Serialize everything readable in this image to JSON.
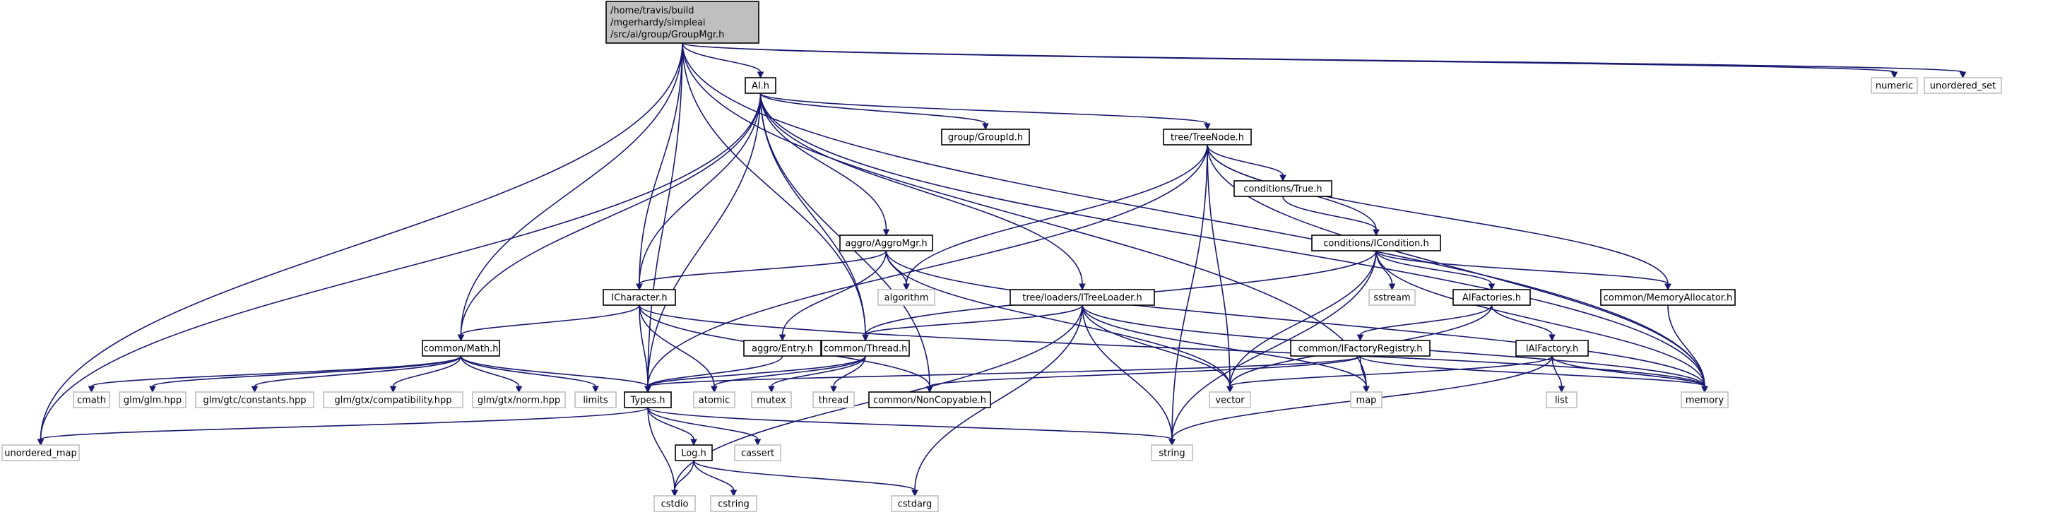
{
  "diagram": {
    "colors": {
      "edge": "#191970",
      "root_fill": "#bfbfbf",
      "node_border": "#000000",
      "system_border": "#bfbfbf"
    },
    "nodes": [
      {
        "id": "groupmgr",
        "lines": [
          "/home/travis/build",
          "/mgerhardy/simpleai",
          "/src/ai/group/GroupMgr.h"
        ],
        "kind": "root"
      },
      {
        "id": "ai",
        "lines": [
          "AI.h"
        ],
        "kind": "local"
      },
      {
        "id": "numeric",
        "lines": [
          "numeric"
        ],
        "kind": "ext"
      },
      {
        "id": "unordered_set",
        "lines": [
          "unordered_set"
        ],
        "kind": "ext"
      },
      {
        "id": "groupid",
        "lines": [
          "group/GroupId.h"
        ],
        "kind": "local"
      },
      {
        "id": "treenode",
        "lines": [
          "tree/TreeNode.h"
        ],
        "kind": "local"
      },
      {
        "id": "condtrue",
        "lines": [
          "conditions/True.h"
        ],
        "kind": "local"
      },
      {
        "id": "aggromgr",
        "lines": [
          "aggro/AggroMgr.h"
        ],
        "kind": "local"
      },
      {
        "id": "icondition",
        "lines": [
          "conditions/ICondition.h"
        ],
        "kind": "local"
      },
      {
        "id": "icharacter",
        "lines": [
          "ICharacter.h"
        ],
        "kind": "local"
      },
      {
        "id": "algorithm",
        "lines": [
          "algorithm"
        ],
        "kind": "ext"
      },
      {
        "id": "itreeloader",
        "lines": [
          "tree/loaders/ITreeLoader.h"
        ],
        "kind": "local"
      },
      {
        "id": "sstream",
        "lines": [
          "sstream"
        ],
        "kind": "ext"
      },
      {
        "id": "aifactories",
        "lines": [
          "AIFactories.h"
        ],
        "kind": "local"
      },
      {
        "id": "memalloc",
        "lines": [
          "common/MemoryAllocator.h"
        ],
        "kind": "local"
      },
      {
        "id": "math",
        "lines": [
          "common/Math.h"
        ],
        "kind": "local"
      },
      {
        "id": "entry",
        "lines": [
          "aggro/Entry.h"
        ],
        "kind": "local"
      },
      {
        "id": "thread",
        "lines": [
          "common/Thread.h"
        ],
        "kind": "local"
      },
      {
        "id": "ifactoryreg",
        "lines": [
          "common/IFactoryRegistry.h"
        ],
        "kind": "local"
      },
      {
        "id": "iaifactory",
        "lines": [
          "IAIFactory.h"
        ],
        "kind": "local"
      },
      {
        "id": "cmath",
        "lines": [
          "cmath"
        ],
        "kind": "ext"
      },
      {
        "id": "glm",
        "lines": [
          "glm/glm.hpp"
        ],
        "kind": "ext"
      },
      {
        "id": "glmconst",
        "lines": [
          "glm/gtc/constants.hpp"
        ],
        "kind": "ext"
      },
      {
        "id": "glmcompat",
        "lines": [
          "glm/gtx/compatibility.hpp"
        ],
        "kind": "ext"
      },
      {
        "id": "glmnorm",
        "lines": [
          "glm/gtx/norm.hpp"
        ],
        "kind": "ext"
      },
      {
        "id": "limits",
        "lines": [
          "limits"
        ],
        "kind": "ext"
      },
      {
        "id": "types",
        "lines": [
          "Types.h"
        ],
        "kind": "local"
      },
      {
        "id": "atomic",
        "lines": [
          "atomic"
        ],
        "kind": "ext"
      },
      {
        "id": "mutex",
        "lines": [
          "mutex"
        ],
        "kind": "ext"
      },
      {
        "id": "threadstd",
        "lines": [
          "thread"
        ],
        "kind": "ext"
      },
      {
        "id": "noncopyable",
        "lines": [
          "common/NonCopyable.h"
        ],
        "kind": "local"
      },
      {
        "id": "vector",
        "lines": [
          "vector"
        ],
        "kind": "ext"
      },
      {
        "id": "map",
        "lines": [
          "map"
        ],
        "kind": "ext"
      },
      {
        "id": "list",
        "lines": [
          "list"
        ],
        "kind": "ext"
      },
      {
        "id": "memory",
        "lines": [
          "memory"
        ],
        "kind": "ext"
      },
      {
        "id": "unordered_map",
        "lines": [
          "unordered_map"
        ],
        "kind": "ext"
      },
      {
        "id": "log",
        "lines": [
          "Log.h"
        ],
        "kind": "local"
      },
      {
        "id": "cassert",
        "lines": [
          "cassert"
        ],
        "kind": "ext"
      },
      {
        "id": "string",
        "lines": [
          "string"
        ],
        "kind": "ext"
      },
      {
        "id": "cstdio",
        "lines": [
          "cstdio"
        ],
        "kind": "ext"
      },
      {
        "id": "cstring",
        "lines": [
          "cstring"
        ],
        "kind": "ext"
      },
      {
        "id": "cstdarg",
        "lines": [
          "cstdarg"
        ],
        "kind": "ext"
      }
    ],
    "edges": [
      [
        "groupmgr",
        "ai"
      ],
      [
        "groupmgr",
        "numeric"
      ],
      [
        "groupmgr",
        "unordered_set"
      ],
      [
        "groupmgr",
        "memory"
      ],
      [
        "groupmgr",
        "icharacter"
      ],
      [
        "groupmgr",
        "math"
      ],
      [
        "groupmgr",
        "types"
      ],
      [
        "groupmgr",
        "thread"
      ],
      [
        "groupmgr",
        "unordered_map"
      ],
      [
        "groupmgr",
        "map"
      ],
      [
        "ai",
        "groupid"
      ],
      [
        "ai",
        "treenode"
      ],
      [
        "ai",
        "aggromgr"
      ],
      [
        "ai",
        "icharacter"
      ],
      [
        "ai",
        "itreeloader"
      ],
      [
        "ai",
        "math"
      ],
      [
        "ai",
        "thread"
      ],
      [
        "ai",
        "types"
      ],
      [
        "ai",
        "noncopyable"
      ],
      [
        "ai",
        "unordered_map"
      ],
      [
        "ai",
        "memory"
      ],
      [
        "treenode",
        "condtrue"
      ],
      [
        "treenode",
        "icondition"
      ],
      [
        "treenode",
        "memalloc"
      ],
      [
        "treenode",
        "algorithm"
      ],
      [
        "treenode",
        "types"
      ],
      [
        "treenode",
        "vector"
      ],
      [
        "treenode",
        "string"
      ],
      [
        "treenode",
        "memory"
      ],
      [
        "condtrue",
        "icondition"
      ],
      [
        "aggromgr",
        "icharacter"
      ],
      [
        "aggromgr",
        "entry"
      ],
      [
        "aggromgr",
        "algorithm"
      ],
      [
        "aggromgr",
        "vector"
      ],
      [
        "aggromgr",
        "memory"
      ],
      [
        "icondition",
        "memalloc"
      ],
      [
        "icondition",
        "aifactories"
      ],
      [
        "icondition",
        "thread"
      ],
      [
        "icondition",
        "sstream"
      ],
      [
        "icondition",
        "vector"
      ],
      [
        "icondition",
        "memory"
      ],
      [
        "icondition",
        "string"
      ],
      [
        "icharacter",
        "math"
      ],
      [
        "icharacter",
        "types"
      ],
      [
        "icharacter",
        "atomic"
      ],
      [
        "icharacter",
        "noncopyable"
      ],
      [
        "icharacter",
        "memory"
      ],
      [
        "itreeloader",
        "thread"
      ],
      [
        "itreeloader",
        "vector"
      ],
      [
        "itreeloader",
        "map"
      ],
      [
        "itreeloader",
        "string"
      ],
      [
        "itreeloader",
        "memory"
      ],
      [
        "itreeloader",
        "cstdio"
      ],
      [
        "itreeloader",
        "cstdarg"
      ],
      [
        "aifactories",
        "ifactoryreg"
      ],
      [
        "aifactories",
        "iaifactory"
      ],
      [
        "aifactories",
        "vector"
      ],
      [
        "memalloc",
        "memory"
      ],
      [
        "math",
        "cmath"
      ],
      [
        "math",
        "glm"
      ],
      [
        "math",
        "glmconst"
      ],
      [
        "math",
        "glmcompat"
      ],
      [
        "math",
        "glmnorm"
      ],
      [
        "math",
        "limits"
      ],
      [
        "math",
        "types"
      ],
      [
        "entry",
        "types"
      ],
      [
        "thread",
        "types"
      ],
      [
        "thread",
        "atomic"
      ],
      [
        "thread",
        "mutex"
      ],
      [
        "thread",
        "threadstd"
      ],
      [
        "ifactoryreg",
        "noncopyable"
      ],
      [
        "ifactoryreg",
        "types"
      ],
      [
        "ifactoryreg",
        "map"
      ],
      [
        "ifactoryreg",
        "memory"
      ],
      [
        "iaifactory",
        "list"
      ],
      [
        "iaifactory",
        "memory"
      ],
      [
        "iaifactory",
        "vector"
      ],
      [
        "iaifactory",
        "string"
      ],
      [
        "types",
        "unordered_map"
      ],
      [
        "types",
        "log"
      ],
      [
        "types",
        "cassert"
      ],
      [
        "types",
        "string"
      ],
      [
        "types",
        "cstdio"
      ],
      [
        "log",
        "cstdio"
      ],
      [
        "log",
        "cstring"
      ],
      [
        "log",
        "cstdarg"
      ]
    ]
  }
}
